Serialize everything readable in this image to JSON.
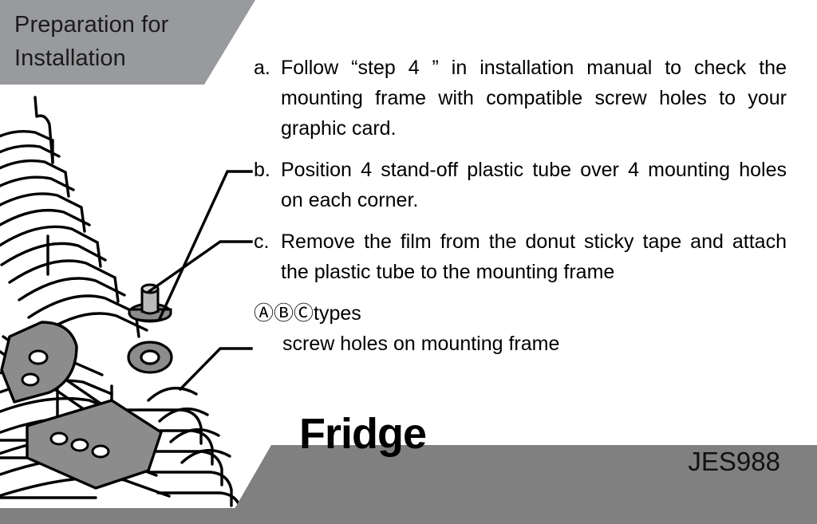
{
  "header": {
    "title_line1": "Preparation for",
    "title_line2": "Installation",
    "band_color": "#989a9d"
  },
  "instructions": [
    {
      "marker": "a.",
      "text": "Follow “step 4 ” in installation manual to check the mounting frame with  compatible screw holes to your graphic card."
    },
    {
      "marker": "b.",
      "text": "Position 4 stand-off plastic tube over 4 mounting holes on each corner."
    },
    {
      "marker": "c.",
      "text": "Remove the film from the donut sticky tape and attach the plastic tube to the mounting frame"
    }
  ],
  "abc_item": {
    "circled_a": "Ⓐ",
    "circled_b": "Ⓑ",
    "circled_c": "Ⓒ",
    "types_label": "types",
    "sub_text": "screw holes on mounting frame"
  },
  "brand": {
    "name": "Fridge"
  },
  "footer": {
    "model": "JES988",
    "band_color": "#808080"
  },
  "illustration": {
    "parts": {
      "heatsink": "heatsink-fins",
      "top_bracket": "mounting-bracket-upper",
      "bottom_bracket": "mounting-bracket-lower",
      "standoff_tube": "stand-off-plastic-tube",
      "donut_tape": "donut-sticky-tape"
    }
  }
}
